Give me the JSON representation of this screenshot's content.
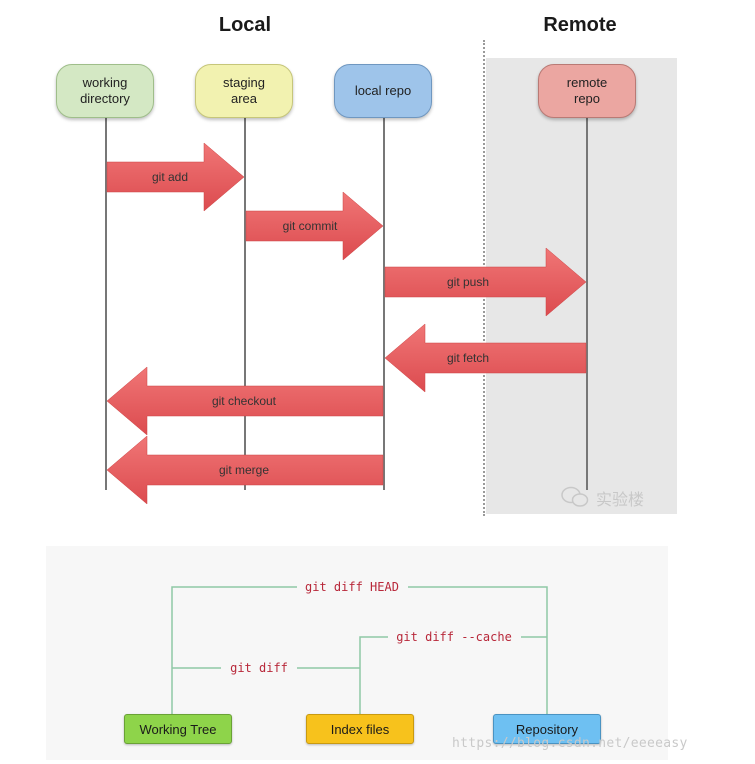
{
  "titles": {
    "local": "Local",
    "remote": "Remote"
  },
  "nodes": {
    "working_directory": "working\ndirectory",
    "staging_area": "staging\narea",
    "local_repo": "local repo",
    "remote_repo": "remote\nrepo"
  },
  "commands": {
    "add": "git add",
    "commit": "git commit",
    "push": "git push",
    "fetch": "git fetch",
    "checkout": "git checkout",
    "merge": "git merge"
  },
  "watermark": "实验楼",
  "diff": {
    "head": "git diff HEAD",
    "cache": "git diff --cache",
    "plain": "git diff"
  },
  "boxes": {
    "working_tree": "Working Tree",
    "index_files": "Index files",
    "repository": "Repository"
  },
  "url": "https://blog.csdn.net/eeeeasy",
  "colors": {
    "working": "#d4e8c4",
    "staging": "#f2f2b0",
    "local": "#9ec4ea",
    "remote": "#eba6a1",
    "arrow": "#e8595c",
    "box_green": "#8ed44a",
    "box_yellow": "#f7c21c",
    "box_blue": "#6ec0f2"
  }
}
